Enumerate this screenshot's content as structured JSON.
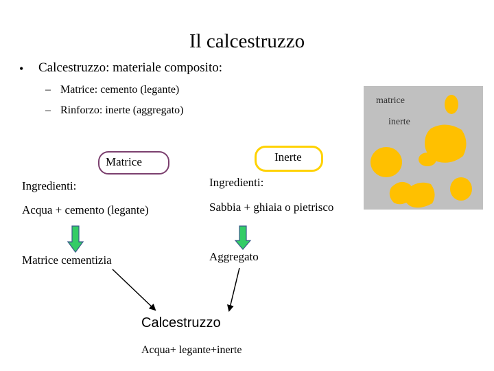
{
  "slide": {
    "title": "Il calcestruzzo",
    "bullet": {
      "symbol": "•",
      "text": "Calcestruzzo: materiale composito:"
    },
    "subpoints": [
      {
        "dash": "–",
        "text": "Matrice: cemento (legante)"
      },
      {
        "dash": "–",
        "text": "Rinforzo: inerte (aggregato)"
      }
    ]
  },
  "figure": {
    "matrice_label": "matrice",
    "inerte_label": "inerte",
    "colors": {
      "matrix": "#c0c0c0",
      "aggregate": "#ffc000"
    }
  },
  "diagram": {
    "matrice": {
      "title": "Matrice",
      "ingredients_label": "Ingredienti:",
      "ingredients": "Acqua + cemento (legante)",
      "result": "Matrice cementizia",
      "border_color": "#7b3f6e"
    },
    "inerte": {
      "title": "Inerte",
      "ingredients_label": "Ingredienti:",
      "ingredients": "Sabbia + ghiaia o pietrisco",
      "result": "Aggregato",
      "border_color": "#ffd200"
    },
    "product": {
      "title": "Calcestruzzo",
      "formula": "Acqua+ legante+inerte"
    },
    "arrow_colors": {
      "fill": "#33cc66",
      "outline": "#3a5a8a"
    }
  }
}
